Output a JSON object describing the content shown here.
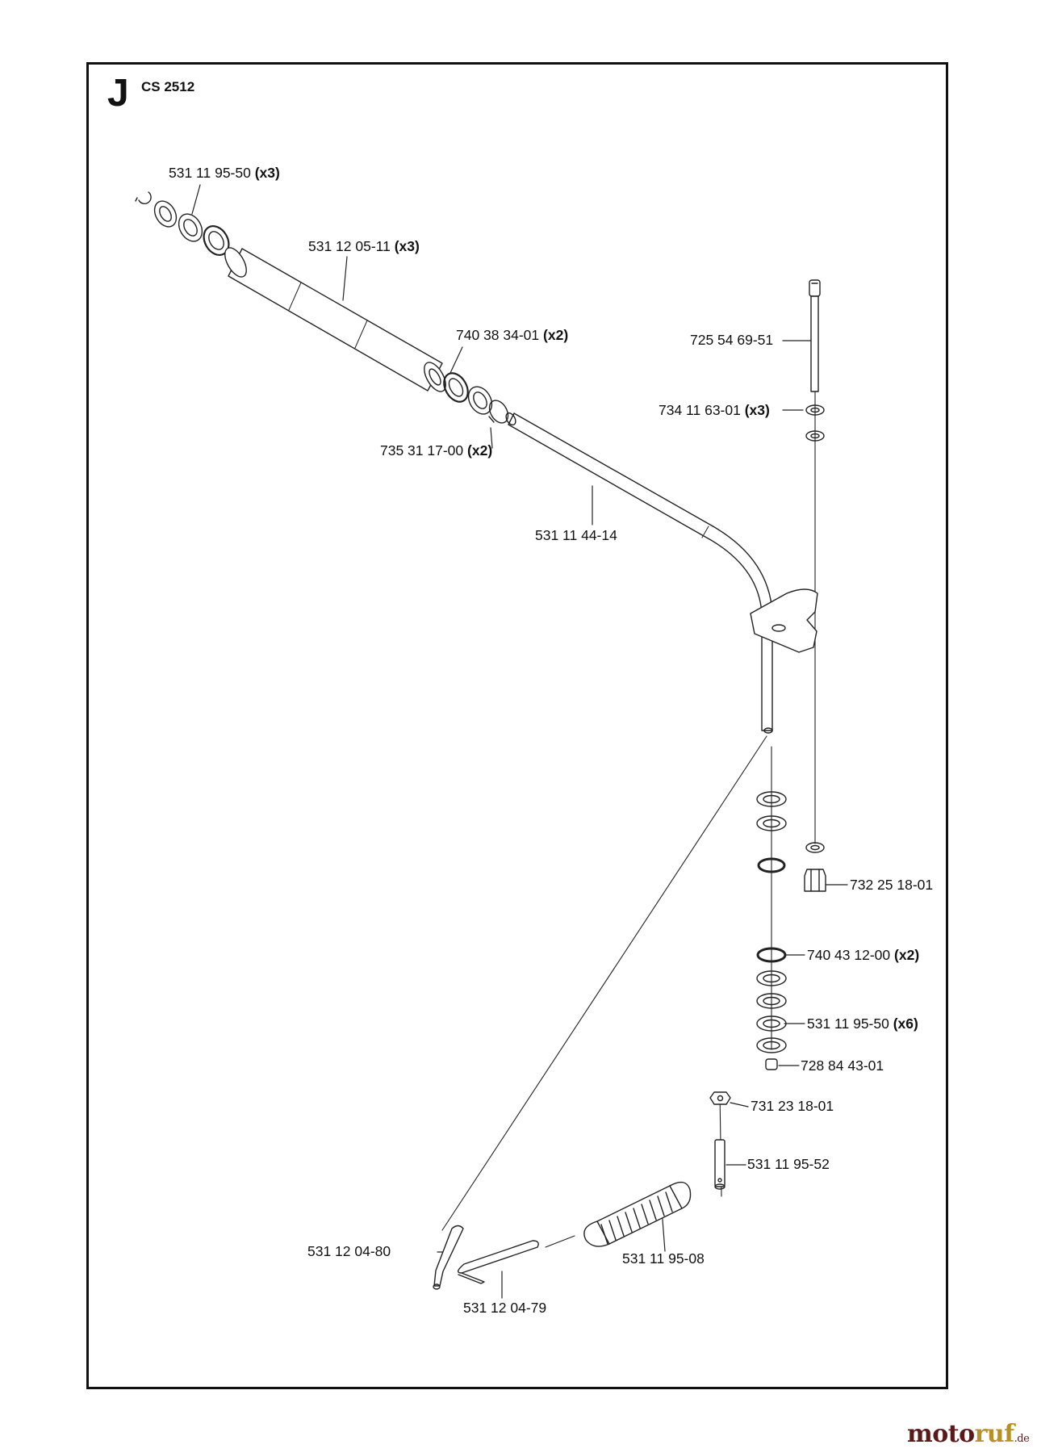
{
  "section": {
    "letter": "J",
    "model": "CS 2512"
  },
  "parts": [
    {
      "number": "531 11 95-50",
      "qty": "(x3)"
    },
    {
      "number": "531 12 05-11",
      "qty": "(x3)"
    },
    {
      "number": "740 38 34-01",
      "qty": "(x2)"
    },
    {
      "number": "735 31 17-00",
      "qty": "(x2)"
    },
    {
      "number": "531 11 44-14",
      "qty": ""
    },
    {
      "number": "725 54 69-51",
      "qty": ""
    },
    {
      "number": "734 11 63-01",
      "qty": "(x3)"
    },
    {
      "number": "732 25 18-01",
      "qty": ""
    },
    {
      "number": "740 43 12-00",
      "qty": "(x2)"
    },
    {
      "number": "531 11 95-50",
      "qty": "(x6)"
    },
    {
      "number": "728 84 43-01",
      "qty": ""
    },
    {
      "number": "731 23 18-01",
      "qty": ""
    },
    {
      "number": "531 11 95-52",
      "qty": ""
    },
    {
      "number": "531 12 04-80",
      "qty": ""
    },
    {
      "number": "531 11 95-08",
      "qty": ""
    },
    {
      "number": "531 12 04-79",
      "qty": ""
    }
  ],
  "watermark": {
    "part1": "moto",
    "part2": "ruf",
    "tld": ".de"
  }
}
